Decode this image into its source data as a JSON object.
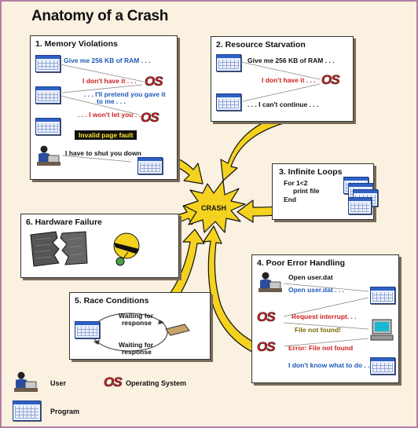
{
  "title": "Anatomy of a Crash",
  "center_label": "CRASH",
  "os_label": "OS",
  "panels": {
    "memory": {
      "title": "1. Memory Violations",
      "line1": "Give me 256 KB of RAM . . .",
      "line2": "I don't have it . . .",
      "line3a": ". . . I'll pretend you gave it",
      "line3b": "to me . . .",
      "line4": ". . . I won't let you . . .",
      "fault": "Invalid page fault",
      "line5": "I have to shut you down"
    },
    "starvation": {
      "title": "2. Resource Starvation",
      "line1": "Give me 256 KB of RAM . . .",
      "line2": "I don't have it . . .",
      "line3": ". . . I can't continue . . ."
    },
    "loops": {
      "title": "3. Infinite Loops",
      "line1": "For 1<2",
      "line2": "print file",
      "line3": "End"
    },
    "hardware": {
      "title": "6. Hardware Failure"
    },
    "error": {
      "title": "4. Poor Error Handling",
      "line1": "Open user.dat",
      "line2": "Open user.dat . . .",
      "line3": "Request interrupt. . .",
      "line4": "File not found!",
      "line5": "Error: File not found",
      "line6": "I don't know what to do . . ."
    },
    "race": {
      "title": "5. Race Conditions",
      "line1a": "Waiting for",
      "line1b": "response",
      "line2a": "Waiting for",
      "line2b": "response"
    }
  },
  "legend": {
    "user": "User",
    "os": "Operating System",
    "program": "Program"
  },
  "colors": {
    "arrow_fill": "#f4d21f",
    "arrow_stroke": "#111111",
    "os_red": "#d81f1f",
    "text_blue": "#1f59b8",
    "text_red": "#cc1f1f",
    "page_bg": "#fbf1e0",
    "border": "#b87ca8"
  }
}
